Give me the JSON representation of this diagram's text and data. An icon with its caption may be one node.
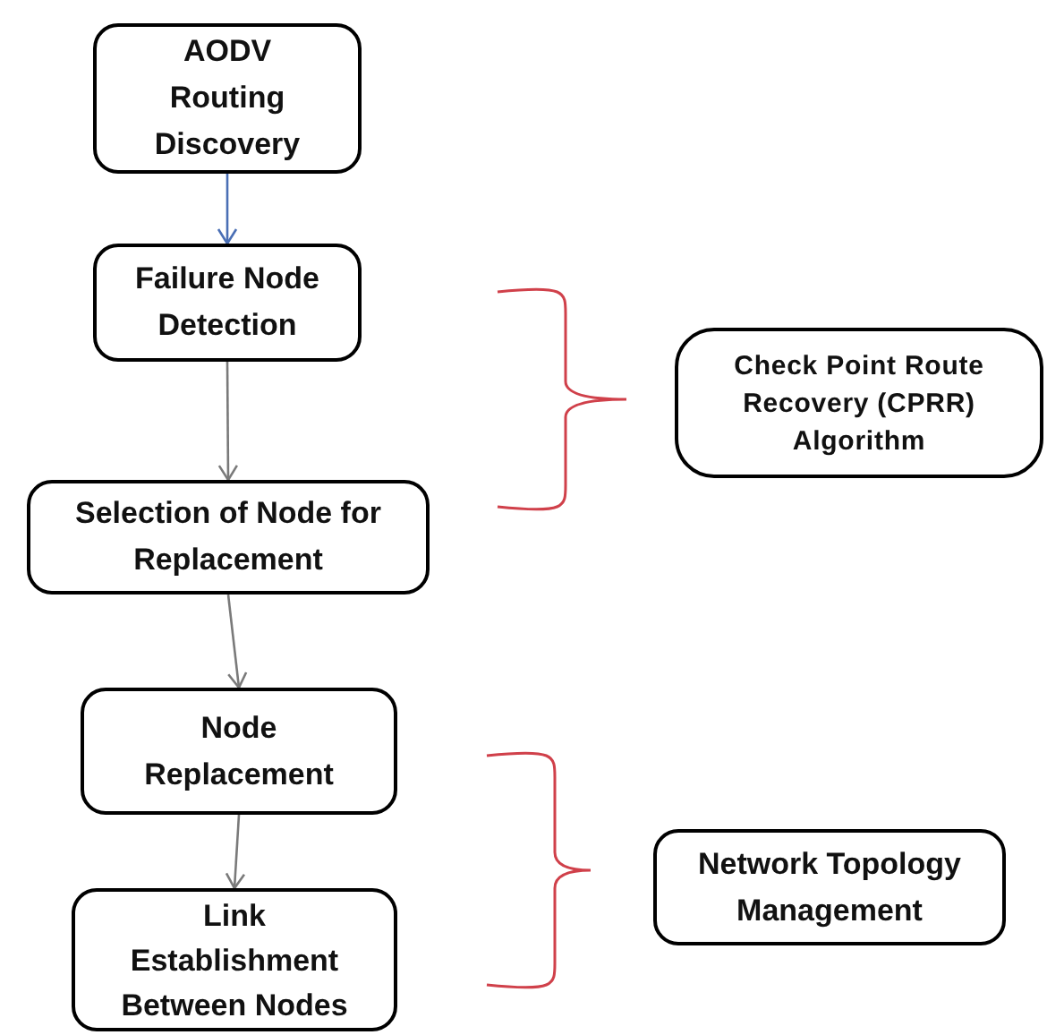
{
  "diagram": {
    "nodes": [
      {
        "text": [
          "AODV Routing Discovery"
        ]
      },
      {
        "text": [
          "Failure Node Detection"
        ]
      },
      {
        "text": [
          "Selection of Node for Replacement"
        ]
      },
      {
        "text": [
          "Node Replacement"
        ]
      },
      {
        "text": [
          "Link Establishment Between Nodes"
        ]
      },
      {
        "text": [
          "Check Point Route Recovery (CPRR) Algorithm"
        ]
      },
      {
        "text": [
          "Network Topology Management"
        ]
      }
    ],
    "edges": [
      {
        "from": 0,
        "to": 1,
        "arrow": "to",
        "color": "#4a6fb5"
      },
      {
        "from": 1,
        "to": 2,
        "arrow": "to"
      },
      {
        "from": 2,
        "to": 3,
        "arrow": "to"
      },
      {
        "from": 3,
        "to": 4,
        "arrow": "to"
      }
    ]
  }
}
